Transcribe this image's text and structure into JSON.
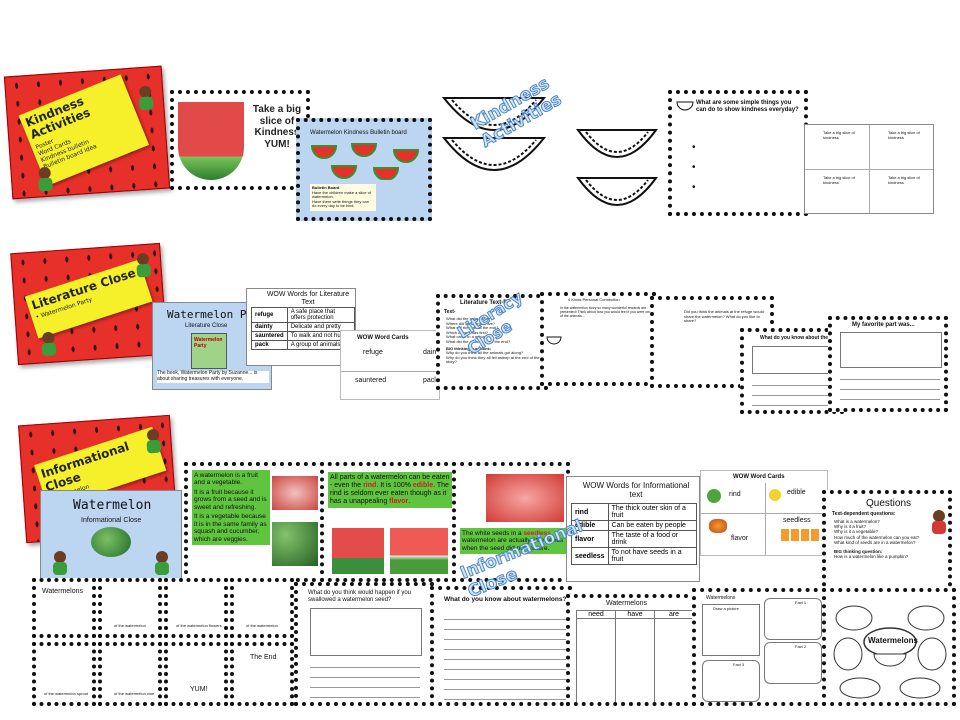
{
  "kindness": {
    "title_card": {
      "title": "Kindness Activities",
      "bullets": [
        "Poster",
        "Word Cards",
        "Kindness bulletin",
        "Bulletin board idea"
      ]
    },
    "poster": {
      "caption": "Take a big slice of Kindness YUM!"
    },
    "bulletin": {
      "title": "Watermelon Kindness Bulletin board",
      "note_title": "Bulletin Board",
      "notes": [
        "Have the children make a slice of watermelon.",
        "Have them write things they can do every day to be kind."
      ]
    },
    "overlay": "Kindness Activities",
    "question": {
      "text": "What are some simple things you can do to show kindness everyday?"
    },
    "cards": [
      "Take a big slice of kindness",
      "Take a big slice of kindness",
      "Take a big slice of kindness",
      "Take a big slice of kindness"
    ]
  },
  "literature": {
    "title_card": {
      "title": "Literature Close",
      "subtitle": "• Watermelon Party"
    },
    "close_card": {
      "title": "Watermelon Par",
      "subtitle": "Literature Close",
      "book": "Watermelon Party",
      "text": "The book, Watermelon Party by Suzanne... is about sharing treasures with everyone."
    },
    "wow": {
      "title": "WOW Words for Literature Text",
      "rows": [
        {
          "word": "refuge",
          "def": "A safe place that offers protection"
        },
        {
          "word": "dainty",
          "def": "Delicate and pretty"
        },
        {
          "word": "sauntered",
          "def": "To walk and not hur"
        },
        {
          "word": "pack",
          "def": "A group of animals"
        }
      ]
    },
    "word_cards": {
      "title": "WOW Word Cards",
      "words": [
        "refuge",
        "daint",
        "sauntered",
        "pacl"
      ]
    },
    "text_questions": {
      "title": "Literature Text-D",
      "label": "Text-",
      "questions": [
        "What did the animals like?",
        "Where did the animals live?",
        "What did they get at the end?",
        "Which animal was first?",
        "What came in a group?",
        "What did the animals do at the end?"
      ],
      "big_label": "BIG thinking questions:",
      "big": [
        "Why do you think all the animals got along?",
        "Why do you think they all fell asleep at the end of the story?"
      ]
    },
    "overlay": "Literacy Close",
    "connection": {
      "title": "4 Kinds Personal Connection",
      "text": "In the watermelon story so many wonderful rewards are presented! Think about how you would feel if you were one of the animals..."
    },
    "prompt": {
      "text": "Did you think the animals at the refuge would share the watermelon? What do you like to share?"
    },
    "know": {
      "title": "What do you know about the s"
    },
    "favorite": {
      "title": "My favorite part was..."
    }
  },
  "informational": {
    "title_card": {
      "title": "Informational Close",
      "subtitle": "• Watermelon"
    },
    "close_card": {
      "title": "Watermelon",
      "subtitle": "Informational Close"
    },
    "facts1": {
      "lines": [
        "A watermelon is a fruit and a vegetable.",
        "It is a fruit because it grows from a seed and is sweet and refreshing.",
        "It is a vegetable because it is in the same family as squash and cucumber, which are veggies."
      ]
    },
    "facts2": {
      "text_a": "All parts of a watermelon can be eaten - even the ",
      "rind": "rind",
      "text_b": ". It is 100% ",
      "edible": "edible",
      "text_c": ". The rind is seldom ever eaten though as it has a unappealing ",
      "flavor": "flavor",
      "text_d": "."
    },
    "facts3": {
      "text_a": "The white seeds in a ",
      "seedless": "seedless",
      "text_b": " watermelon are actually little seeds when the seed did not mature."
    },
    "wow": {
      "title": "WOW Words for Informational text",
      "rows": [
        {
          "word": "rind",
          "def": "The thick outer skin of a fruit"
        },
        {
          "word": "edible",
          "def": "Can be eaten by people"
        },
        {
          "word": "flavor",
          "def": "The taste of a food or drink"
        },
        {
          "word": "seedless",
          "def": "To not have seeds in a fruit"
        }
      ]
    },
    "word_cards": {
      "title": "WOW Word Cards",
      "words": [
        "rind",
        "edible",
        "flavor",
        "seedless"
      ]
    },
    "questions": {
      "title": "Questions",
      "label": "Text-dependent questions:",
      "items": [
        "What is a watermelon?",
        "Why is it a fruit?",
        "Why is it a vegetable?",
        "How much of the watermelon can you eat?",
        "What kind of seeds are in a watermelon?"
      ],
      "big_label": "BIG thinking question:",
      "big": [
        "How is a watermelon like a pumpkin?"
      ]
    },
    "overlay": "Informational Close",
    "booklet": {
      "title": "Watermelons",
      "pages": [
        "",
        "of the watermelon",
        "of the watermelon flowers",
        "of the watermelon",
        "of the watermelon sprout",
        "of the watermelon vine",
        "YUM!",
        "The End"
      ]
    },
    "swallow": {
      "text": "What do you think would happen if you swallowed a watermelon seed?"
    },
    "know": {
      "title": "What do you know about watermelons?"
    },
    "chart": {
      "title": "Watermelons",
      "cols": [
        "need",
        "have",
        "are"
      ]
    },
    "facts_sheet": {
      "title": "Watermelons",
      "draw": "Draw a picture",
      "fact1": "Fact 1",
      "fact2": "Fact 2",
      "fact3": "Fact 3"
    },
    "web": {
      "title": "Watermelons"
    }
  },
  "colors": {
    "red": "#e8302b",
    "yellow": "#f6f02a",
    "green": "#5fc43e",
    "blue": "#bcd5f0"
  }
}
